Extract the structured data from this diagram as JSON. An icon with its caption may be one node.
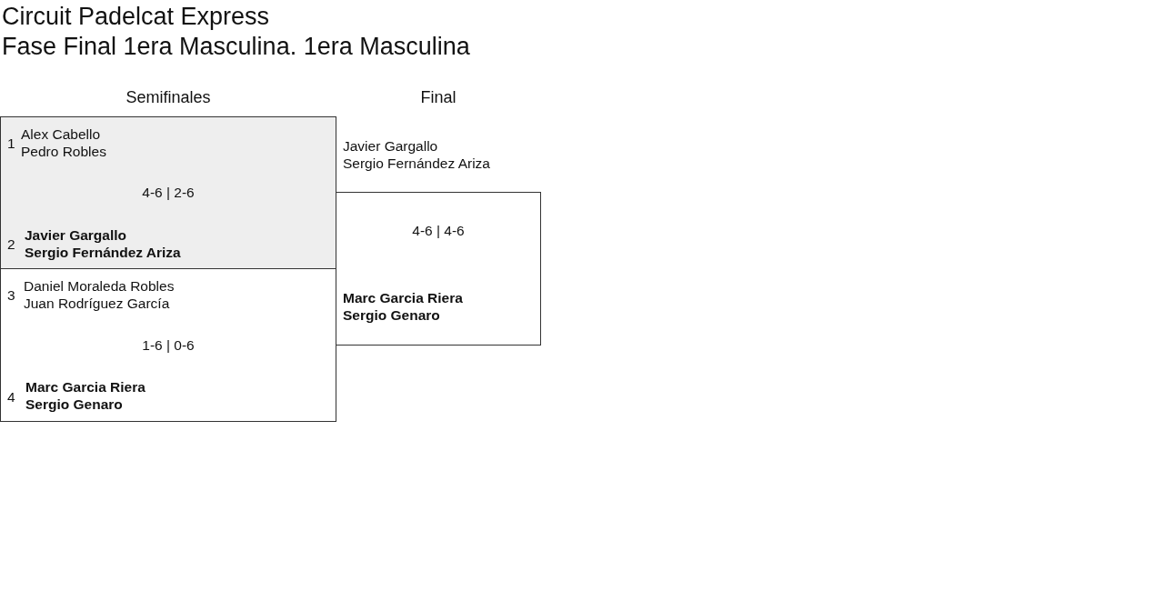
{
  "diagram": {
    "title": "Circuit Padelcat Express",
    "nodes": [
      {
        "text": [
          "1",
          "Alex Cabello Pedro Robles",
          "4-6 | 2-6",
          "2",
          "Javier Gargallo Sergio Fernández Ariza"
        ]
      },
      {
        "text": [
          "3",
          "Daniel Moraleda Robles Juan Rodríguez García",
          "1-6 | 0-6",
          "4",
          "Marc Garcia Riera Sergio Genaro"
        ]
      },
      {
        "text": [
          "Javier Gargallo Sergio Fernández Ariza",
          "4-6 | 4-6",
          "Marc Garcia Riera Sergio Genaro"
        ]
      }
    ],
    "labels": [
      "Fase Final 1era Masculina. 1era Masculina",
      "Semifinales",
      "Final"
    ]
  }
}
